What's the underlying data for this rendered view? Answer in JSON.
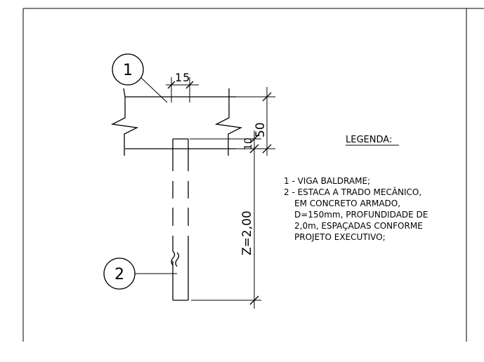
{
  "labels": {
    "callout_1": "1",
    "callout_2": "2",
    "dim_15": "15",
    "dim_50": "50",
    "dim_10": "10",
    "dim_z": "Z=2,00"
  },
  "legend": {
    "title": "LEGENDA:",
    "lines": [
      "1 - VIGA BALDRAME;",
      "2 - ESTACA A TRADO MECÂNICO,",
      "EM CONCRETO ARMADO,",
      "D=150mm, PROFUNDIDADE DE",
      "2,0m, ESPAÇADAS CONFORME",
      "PROJETO EXECUTIVO;"
    ]
  }
}
